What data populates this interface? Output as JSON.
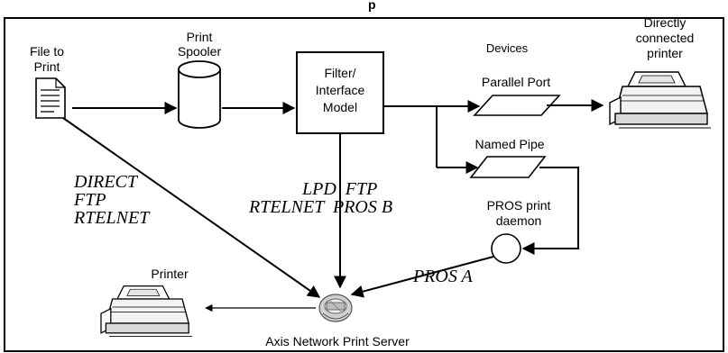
{
  "diagram": {
    "header_text": "p",
    "nodes": {
      "file": {
        "label_line1": "File to",
        "label_line2": "Print"
      },
      "spooler": {
        "label_line1": "Print",
        "label_line2": "Spooler"
      },
      "filter": {
        "label_line1": "Filter/",
        "label_line2": "Interface",
        "label_line3": "Model"
      },
      "devices_heading": "Devices",
      "parallel_port": "Parallel Port",
      "named_pipe": "Named Pipe",
      "direct_printer": {
        "label_line1": "Directly",
        "label_line2": "connected",
        "label_line3": "printer"
      },
      "pros_daemon": {
        "label_line1": "PROS print",
        "label_line2": "daemon"
      },
      "printer": "Printer",
      "print_server": "Axis Network Print Server"
    },
    "protocol_labels": {
      "left": {
        "line1": "DIRECT",
        "line2": "FTP",
        "line3": "RTELNET"
      },
      "center": {
        "line1": "LPD  FTP",
        "line2": "RTELNET  PROS B"
      },
      "pros_a": "PROS A"
    }
  }
}
